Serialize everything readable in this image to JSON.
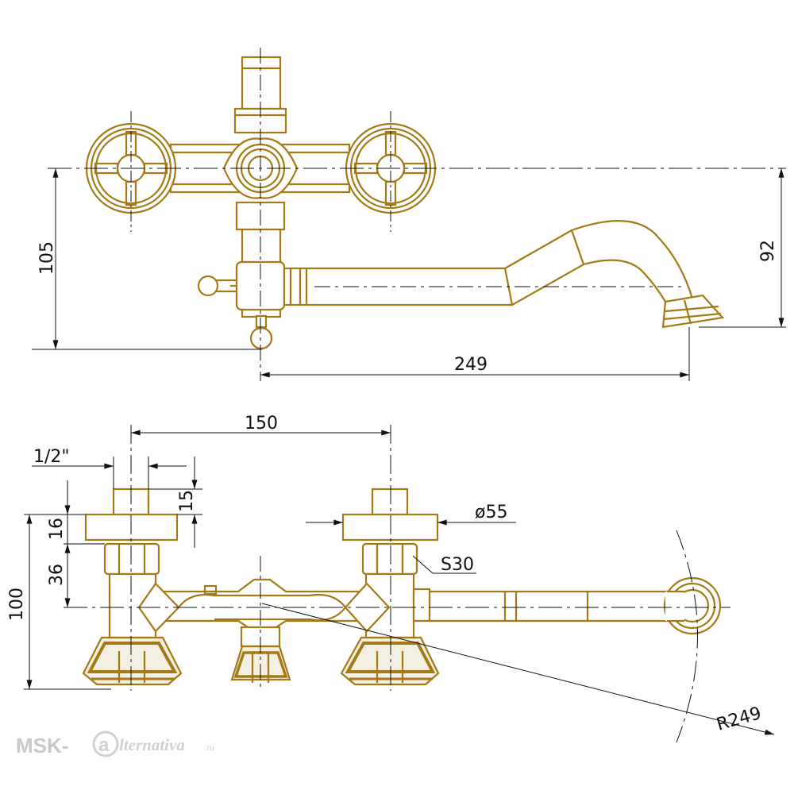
{
  "colors": {
    "gold": "#a47a16",
    "line": "#111111",
    "watermark": "#c8c8c8"
  },
  "top_view": {
    "dim_height": "105",
    "dim_spout_drop": "92",
    "dim_spout_length": "249"
  },
  "bottom_view": {
    "dim_centers": "150",
    "dim_thread": "1/2\"",
    "dim_thread_length": "15",
    "dim_flange": "16",
    "dim_nut": "36",
    "dim_total_height": "100",
    "dim_diameter": "ø55",
    "dim_nut_size": "S30",
    "dim_radius": "R249"
  },
  "watermark": {
    "brand": "MSK-",
    "tail": "lternativa",
    "domain": ".ru"
  }
}
